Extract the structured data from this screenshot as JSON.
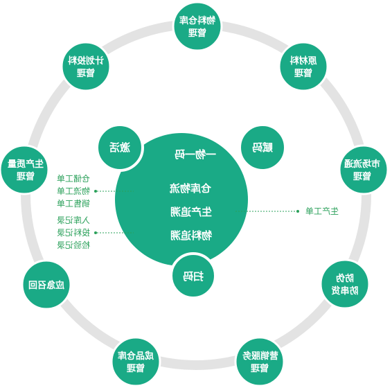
{
  "diagram": {
    "center": {
      "title": "一物一码",
      "items": [
        "仓库物流",
        "生产追溯",
        "物料追溯"
      ]
    },
    "small_nodes": {
      "activate": "激活",
      "assign": "赋码",
      "scan": "扫码"
    },
    "ring_nodes": [
      {
        "lines": [
          "物料仓库",
          "管理"
        ]
      },
      {
        "lines": [
          "原材料",
          "管理"
        ]
      },
      {
        "lines": [
          "市场流通",
          "管理"
        ]
      },
      {
        "lines": [
          "防伪",
          "防串货"
        ]
      },
      {
        "lines": [
          "营销服务",
          "管理"
        ]
      },
      {
        "lines": [
          "成品仓库",
          "管理"
        ]
      },
      {
        "lines": [
          "应急召回"
        ]
      },
      {
        "lines": [
          "生产质量",
          "管理"
        ]
      },
      {
        "lines": [
          "计划投料",
          "管理"
        ]
      }
    ],
    "left_labels": {
      "group1": [
        "仓储工单",
        "物流工单",
        "销售工单"
      ],
      "group2": [
        "入库记录",
        "投料记录",
        "检验记录"
      ]
    },
    "right_label": "生产工单",
    "colors": {
      "green": "#1aaa86",
      "ring": "#e3e3e3",
      "text_green": "#2aa05a"
    }
  }
}
